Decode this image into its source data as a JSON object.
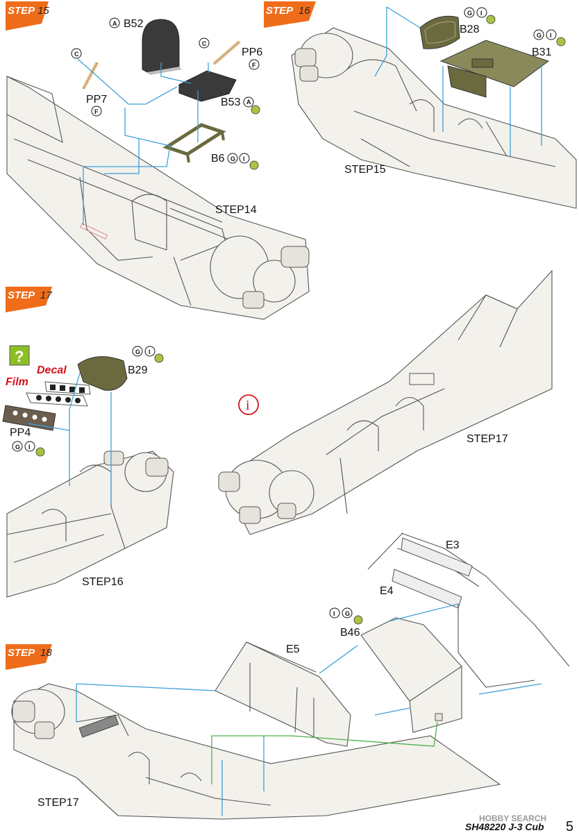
{
  "steps": [
    {
      "id": "15",
      "banner": "STEP",
      "num": "15"
    },
    {
      "id": "16",
      "banner": "STEP",
      "num": "16"
    },
    {
      "id": "17",
      "banner": "STEP",
      "num": "17"
    },
    {
      "id": "18",
      "banner": "STEP",
      "num": "18"
    }
  ],
  "parts": {
    "b52": "B52",
    "pp6": "PP6",
    "pp7": "PP7",
    "b53": "B53",
    "b6": "B6",
    "b28": "B28",
    "b31": "B31",
    "b29": "B29",
    "pp4": "PP4",
    "e3": "E3",
    "e4": "E4",
    "e5": "E5",
    "b46": "B46"
  },
  "sub_assemblies": {
    "s14": "STEP14",
    "s15": "STEP15",
    "s16": "STEP16",
    "s17a": "STEP17",
    "s17b": "STEP17"
  },
  "callouts": {
    "film": "Film",
    "decal": "Decal",
    "info": "i",
    "question": "?"
  },
  "paint_codes": {
    "a": "A",
    "c": "C",
    "f": "F",
    "g": "G",
    "i": "I"
  },
  "colors": {
    "banner": "#ef6c1a",
    "arrow": "#3aa0d8",
    "green_arrow": "#4bb04b",
    "olive": "#6b6a3e",
    "dark_seat": "#3a3a3a",
    "red": "#d4111a",
    "question_bg": "#8cbf26"
  },
  "footer": {
    "title": "SH48220 J-3 Cub",
    "page": "5",
    "watermark": "HOBBY SEARCH"
  }
}
